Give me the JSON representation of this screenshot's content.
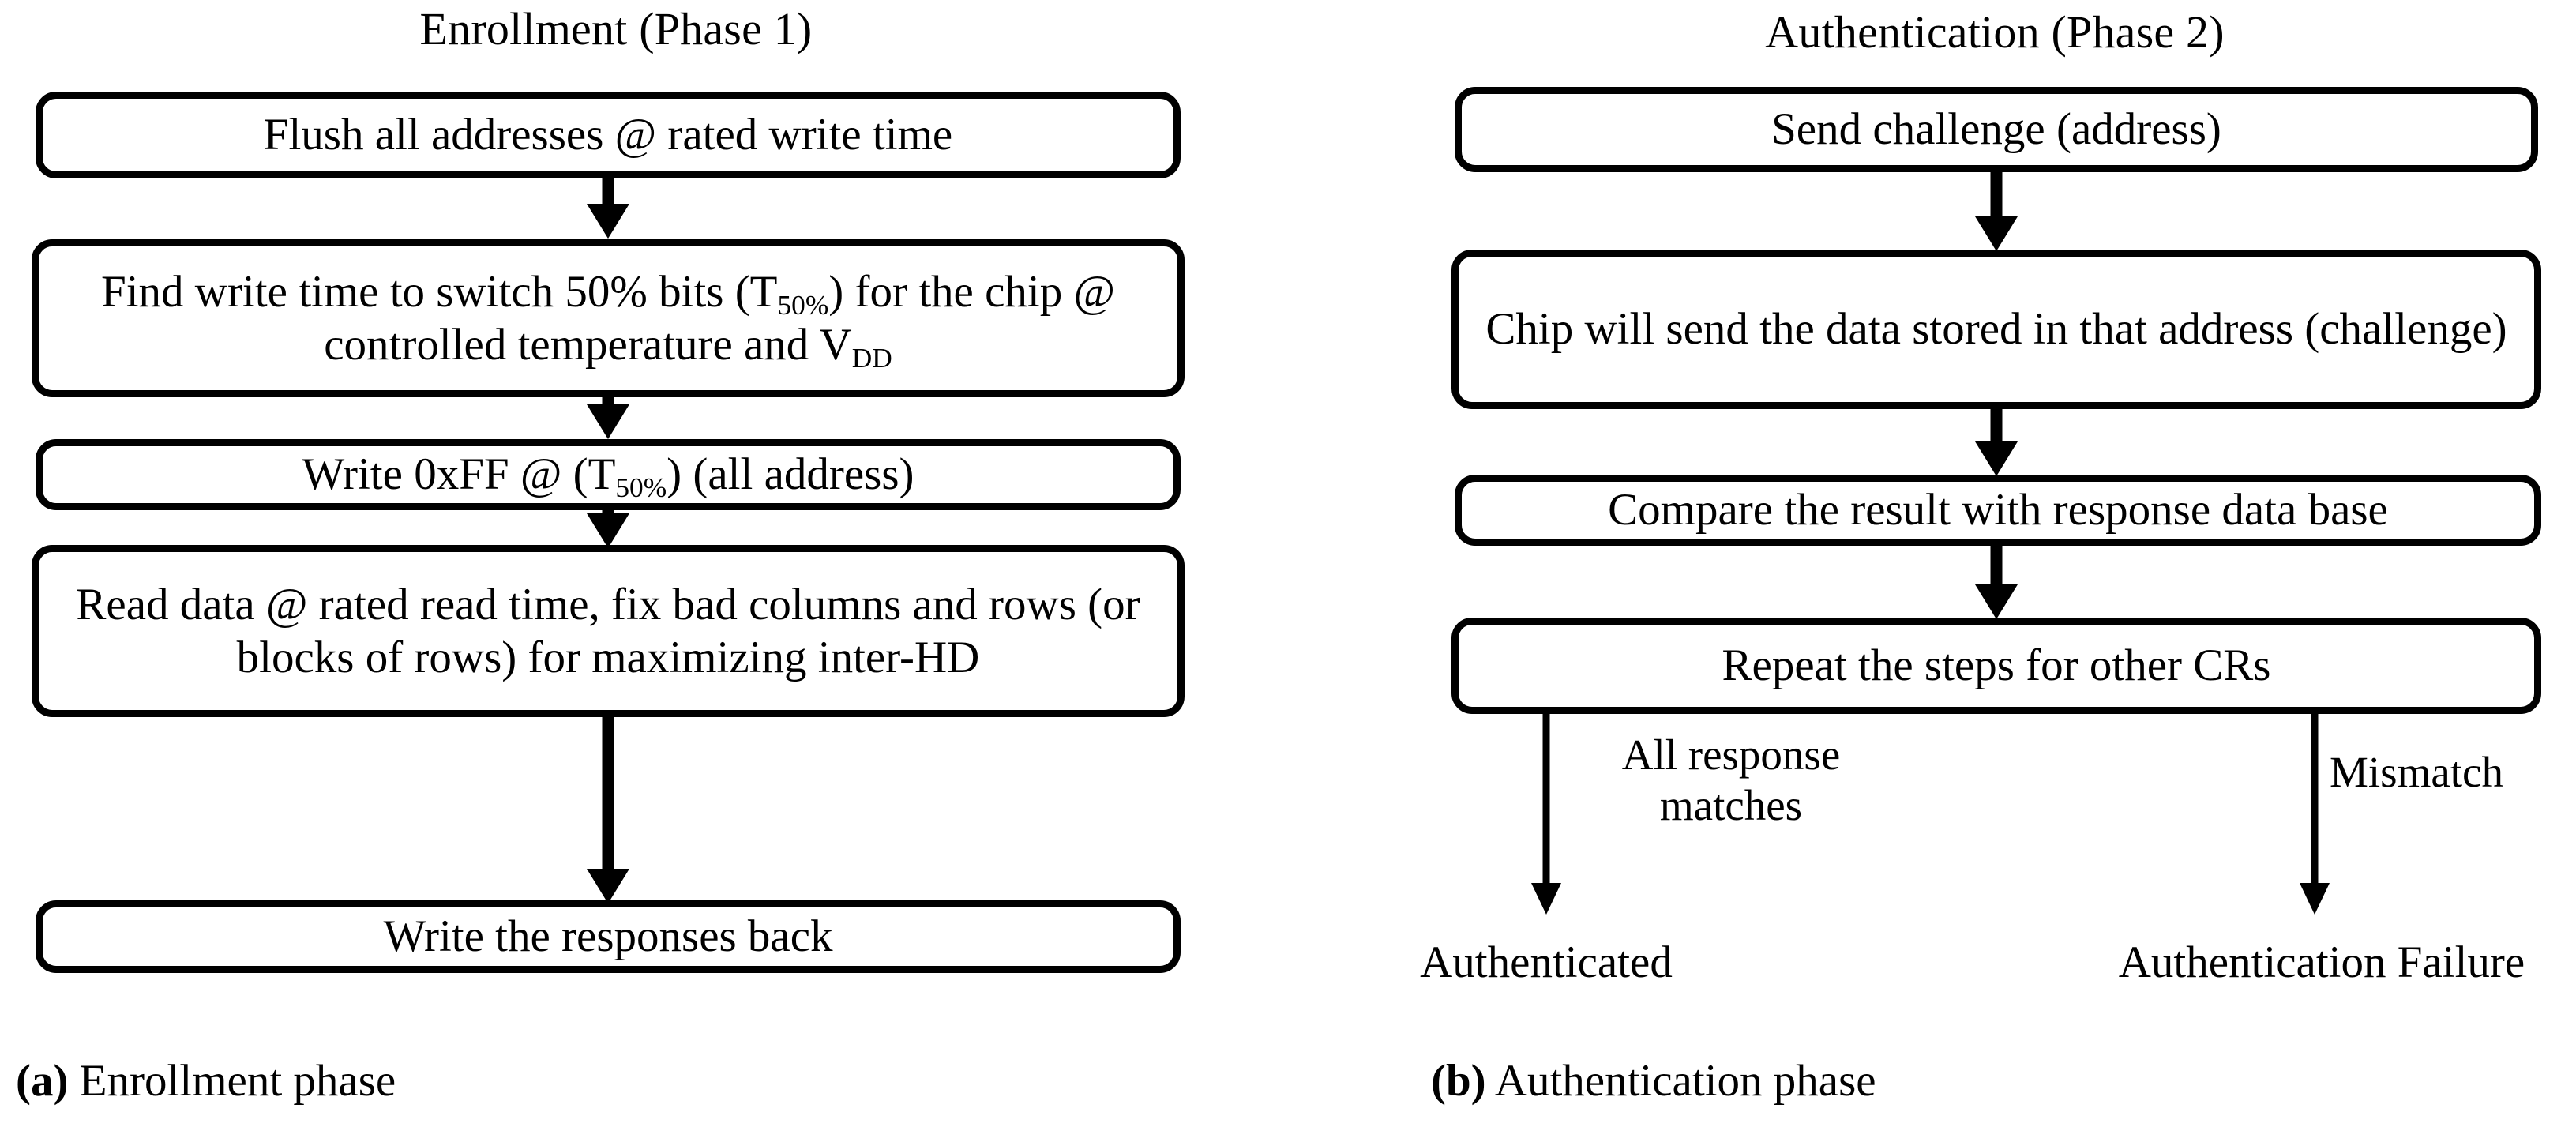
{
  "figure": {
    "panel_a": {
      "title": "Enrollment (Phase 1)",
      "caption_label": "(a)",
      "caption_text": " Enrollment phase",
      "nodes": [
        {
          "id": "flush-addresses",
          "text": "Flush all addresses @ rated write time"
        },
        {
          "id": "find-write-time",
          "text_part1": "Find write time to switch 50% bits (T",
          "sub1": "50%",
          "text_part2": ") for the chip @ controlled temperature and V",
          "sub2": "DD",
          "text_part3": ""
        },
        {
          "id": "write-0xff",
          "text_part1": "Write 0xFF @ (T",
          "sub1": "50%",
          "text_part2": ") (all address)"
        },
        {
          "id": "read-data",
          "text": "Read data @ rated read time, fix bad columns and rows (or blocks of rows) for maximizing inter-HD"
        },
        {
          "id": "write-responses-back",
          "text": "Write the responses back"
        }
      ]
    },
    "panel_b": {
      "title": "Authentication (Phase 2)",
      "caption_label": "(b)",
      "caption_text": " Authentication phase",
      "nodes": [
        {
          "id": "send-challenge",
          "text": "Send challenge (address)"
        },
        {
          "id": "chip-send-data",
          "text": "Chip will send the data stored in that address (challenge)"
        },
        {
          "id": "compare-result",
          "text": "Compare the result with response data base"
        },
        {
          "id": "repeat-steps",
          "text": "Repeat the steps for other CRs"
        }
      ],
      "branches": [
        {
          "id": "success",
          "label": "All response\nmatches",
          "outcome": "Authenticated"
        },
        {
          "id": "failure",
          "label": "Mismatch",
          "outcome": "Authentication Failure"
        }
      ]
    },
    "colors": {
      "stroke": "#000000",
      "background": "#ffffff",
      "text": "#000000"
    }
  }
}
